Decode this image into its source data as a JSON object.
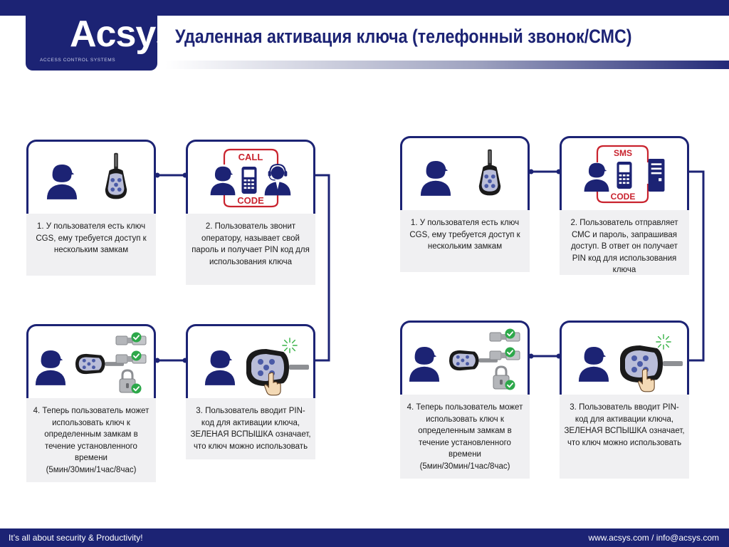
{
  "header": {
    "logo_text": "Acsys",
    "logo_subtitle": "ACCESS CONTROL SYSTEMS",
    "title": "Удаленная активация ключа (телефонный звонок/СМС)"
  },
  "flows": {
    "call": {
      "steps": [
        {
          "text": "1. У пользователя есть ключ CGS, ему требуется доступ к нескольким замкам"
        },
        {
          "text": "2. Пользователь звонит оператору, называет свой пароль и получает PIN код для использования ключа",
          "sign_top": "CALL",
          "sign_bottom": "CODE"
        },
        {
          "text": "3. Пользователь вводит PIN-код для активации ключа, ЗЕЛЕНАЯ ВСПЫШКА означает, что ключ можно использовать"
        },
        {
          "text": "4. Теперь пользователь может использовать ключ к определенным замкам в течение установленного времени (5мин/30мин/1час/8час)"
        }
      ]
    },
    "sms": {
      "steps": [
        {
          "text": "1. У пользователя есть ключ CGS, ему требуется доступ к нескольким замкам"
        },
        {
          "text": "2. Пользователь отправляет СМС и пароль, запрашивая доступ. В ответ он получает PIN код для использования ключа",
          "sign_top": "SMS",
          "sign_bottom": "CODE"
        },
        {
          "text": "3. Пользователь вводит PIN-код для активации ключа, ЗЕЛЕНАЯ ВСПЫШКА означает, что ключ можно использовать"
        },
        {
          "text": "4. Теперь пользователь может использовать ключ к определенным замкам в течение установленного времени (5мин/30мин/1час/8час)"
        }
      ]
    }
  },
  "icons": [
    "user-icon",
    "key-icon",
    "mobile-phone-icon",
    "operator-headset-icon",
    "server-icon",
    "lock-cylinder-icon",
    "padlock-icon",
    "check-icon",
    "hand-pointer-icon",
    "green-flash-icon"
  ],
  "colors": {
    "navy": "#1c2374",
    "sign_red": "#c9232e",
    "check_green": "#2da84a",
    "flash_green": "#3cb44a",
    "desc_bg": "#f0f0f2"
  },
  "footer": {
    "tagline": "It’s all about security & Productivity!",
    "contact": "www.acsys.com / info@acsys.com"
  }
}
